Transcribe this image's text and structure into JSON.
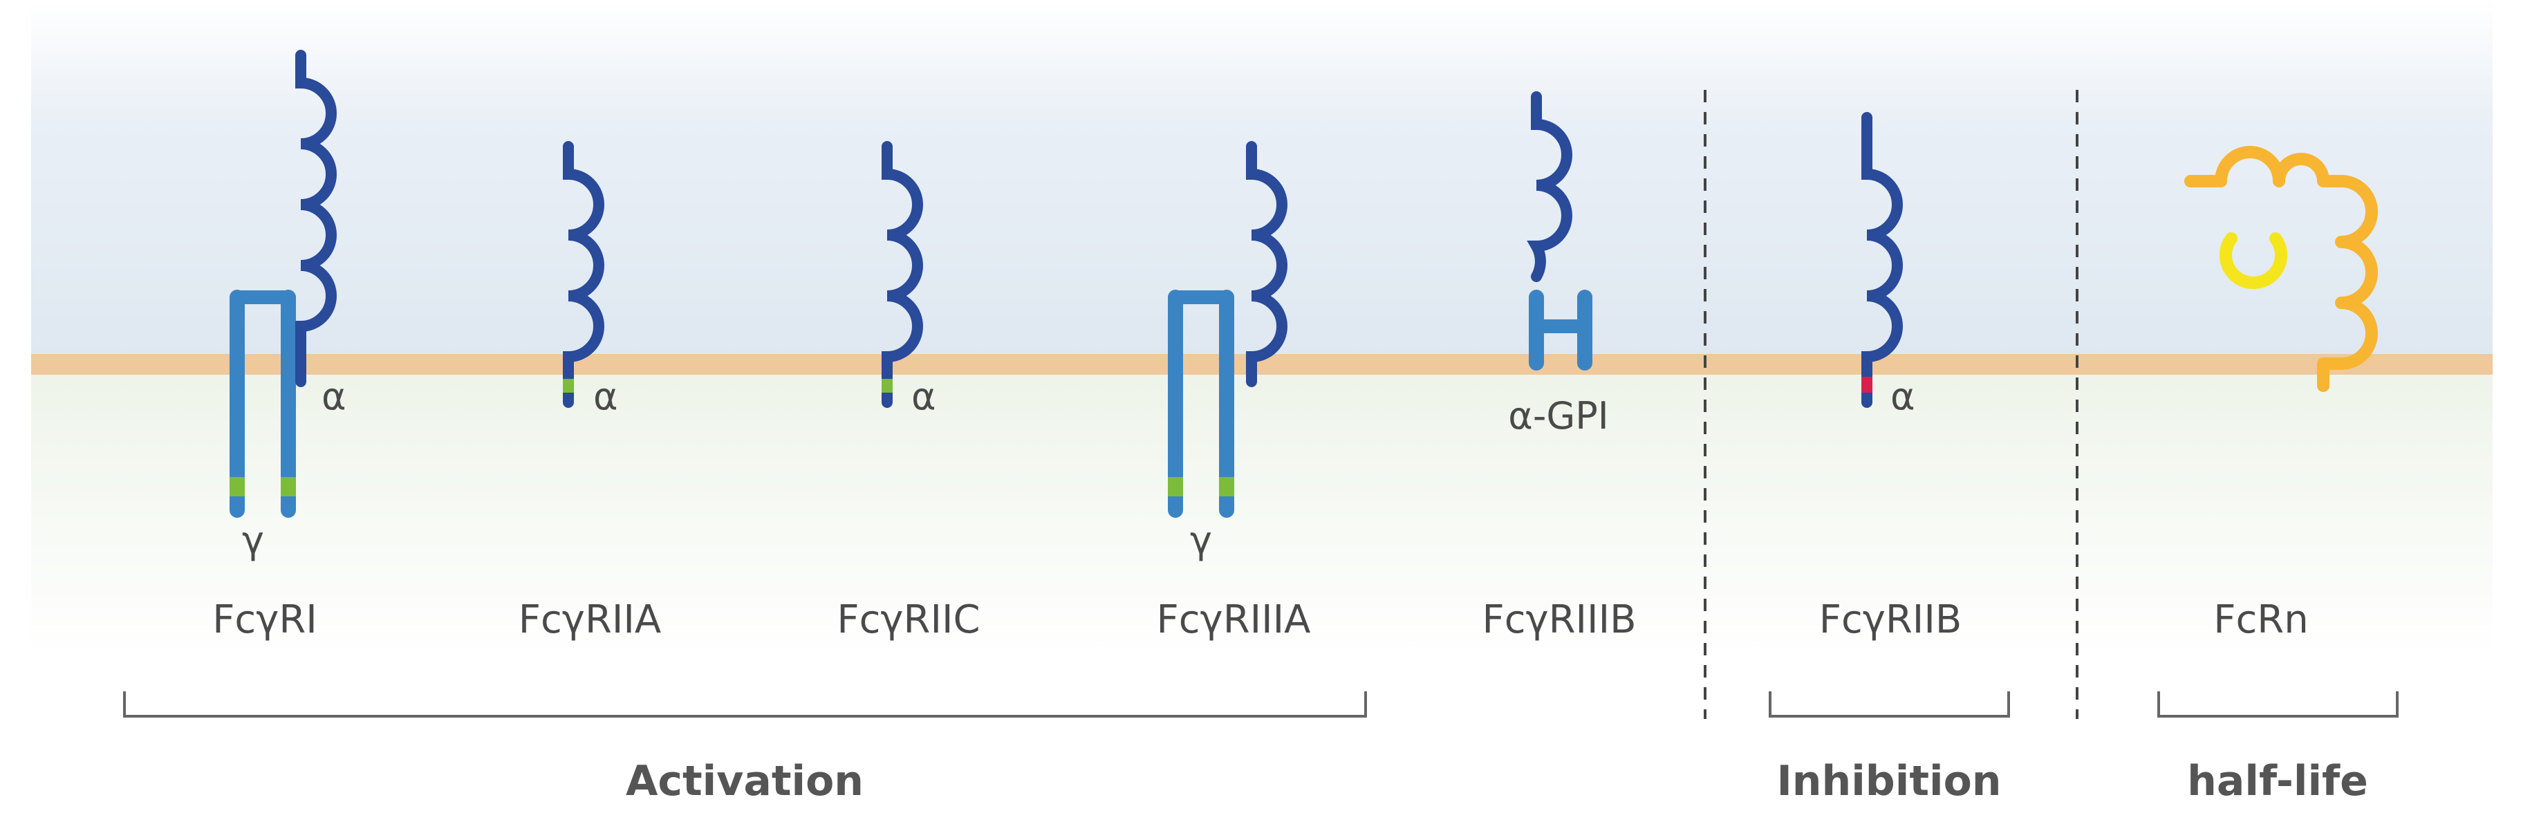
{
  "receptors": [
    {
      "name": "FcγRI",
      "chain_alpha": "α",
      "chain_gamma": "γ"
    },
    {
      "name": "FcγRIIA",
      "chain_alpha": "α"
    },
    {
      "name": "FcγRIIC",
      "chain_alpha": "α"
    },
    {
      "name": "FcγRIIIA",
      "chain_gamma": "γ"
    },
    {
      "name": "FcγRIIIB",
      "chain_alpha": "α-GPI"
    },
    {
      "name": "FcγRIIB",
      "chain_alpha": "α"
    },
    {
      "name": "FcRn"
    }
  ],
  "categories": [
    {
      "label": "Activation"
    },
    {
      "label": "Inhibition"
    },
    {
      "label": "half-life"
    }
  ],
  "colors": {
    "alpha_chain": "#2a4a9a",
    "gamma_chain": "#3a84c4",
    "itam": "#7dbb3a",
    "itim": "#d6204e",
    "fcrn": "#f7b532",
    "fcrn_light": "#f5e51c",
    "membrane": "#efc89c",
    "bracket": "#666666"
  }
}
